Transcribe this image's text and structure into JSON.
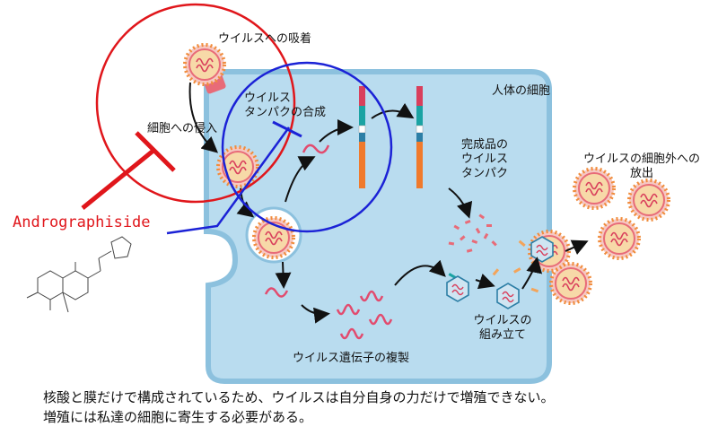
{
  "labels": {
    "adsorption": "ウイルスへの吸着",
    "human_cell": "人体の細胞",
    "invasion": "細胞への侵入",
    "protein_synthesis": "ウイルス\nタンパクの合成",
    "finished_protein": "完成品の\nウイルス\nタンパク",
    "release": "ウイルスの細胞外への\n放出",
    "assembly": "ウイルスの\n組み立て",
    "replication": "ウイルス遺伝子の複製"
  },
  "drug": {
    "name": "Andrographiside"
  },
  "caption": {
    "line1": "核酸と膜だけで構成されているため、ウイルスは自分自身の力だけで増殖できない。",
    "line2": "増殖には私達の細胞に寄生する必要がある。"
  },
  "colors": {
    "cell_fill": "#b9dcef",
    "cell_border": "#8cc1de",
    "inhibit_red": "#e0161b",
    "inhibit_blue": "#1b22d6",
    "virus_pink": "#e86b78",
    "virus_orange": "#f08c3c",
    "rna": "#e24b6e",
    "arrow": "#111111"
  }
}
